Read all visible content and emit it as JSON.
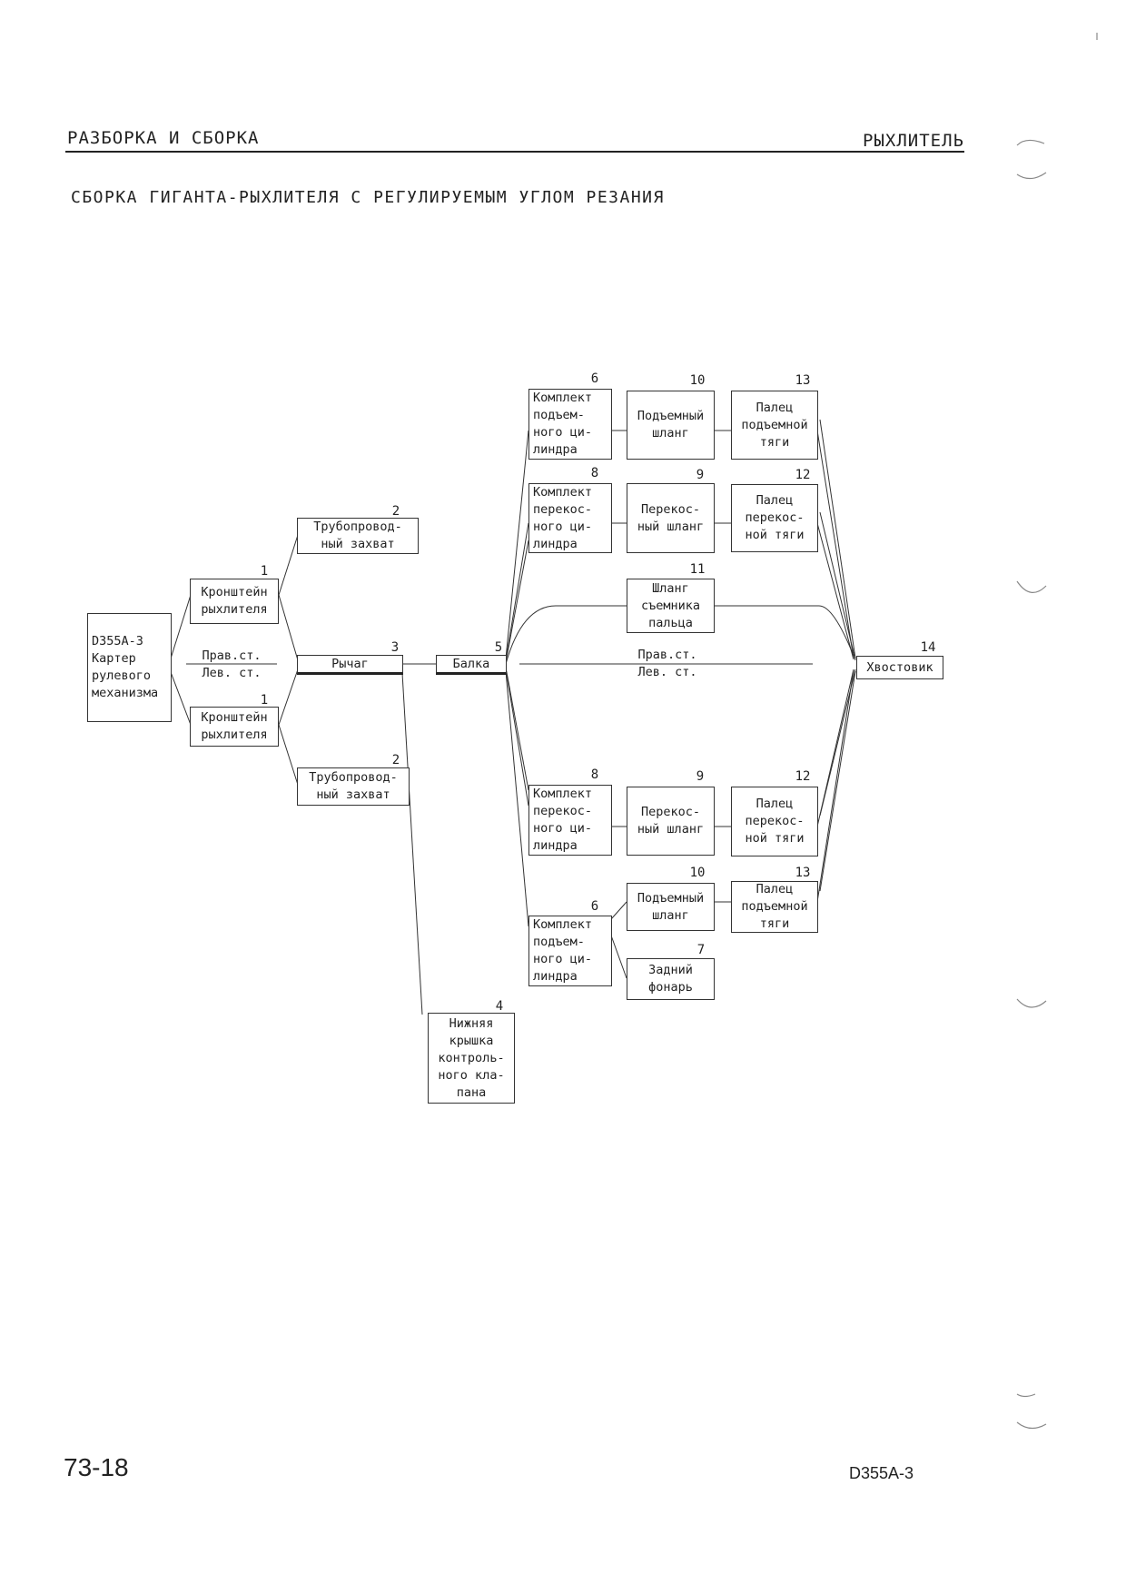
{
  "header": {
    "section": "РАЗБОРКА И СБОРКА",
    "chapter": "РЫХЛИТЕЛЬ"
  },
  "title": "СБОРКА ГИГАНТА-РЫХЛИТЕЛЯ С РЕГУЛИРУЕМЫМ УГЛОМ РЕЗАНИЯ",
  "footer": {
    "page": "73-18",
    "model": "D355A-3"
  },
  "split_labels": {
    "left": {
      "top": "Прав.ст.",
      "bottom": "Лев. ст."
    },
    "right": {
      "top": "Прав.ст.",
      "bottom": "Лев. ст."
    }
  },
  "nodes": {
    "base": {
      "label": "D355A-3\nКартер\nрулевого\nмеханизма"
    },
    "bracket_top": {
      "num": "1",
      "label": "Кронштейн\nрыхлителя"
    },
    "bracket_bot": {
      "num": "1",
      "label": "Кронштейн\nрыхлителя"
    },
    "pipe_top": {
      "num": "2",
      "label": "Трубопровод-\nный захват"
    },
    "pipe_bot": {
      "num": "2",
      "label": "Трубопровод-\nный захват"
    },
    "lever": {
      "num": "3",
      "label": "Рычаг"
    },
    "cover": {
      "num": "4",
      "label": "Нижняя\nкрышка\nконтроль-\nного кла-\nпана"
    },
    "beam": {
      "num": "5",
      "label": "Балка"
    },
    "lift_cyl_top": {
      "num": "6",
      "label": "Комплект\nподъем-\nного ци-\nлиндра"
    },
    "tilt_cyl_top": {
      "num": "8",
      "label": "Комплект\nперекос-\nного ци-\nлиндра"
    },
    "tilt_cyl_bot": {
      "num": "8",
      "label": "Комплект\nперекос-\nного ци-\nлиндра"
    },
    "lift_cyl_bot": {
      "num": "6",
      "label": "Комплект\nподъем-\nного ци-\nлиндра"
    },
    "lift_hose_top": {
      "num": "10",
      "label": "Подъемный\nшланг"
    },
    "tilt_hose_top": {
      "num": "9",
      "label": "Перекос-\nный шланг"
    },
    "puller_hose": {
      "num": "11",
      "label": "Шланг\nсъемника\nпальца"
    },
    "tilt_hose_bot": {
      "num": "9",
      "label": "Перекос-\nный шланг"
    },
    "lift_hose_bot": {
      "num": "10",
      "label": "Подъемный\nшланг"
    },
    "tail_lamp": {
      "num": "7",
      "label": "Задний\nфонарь"
    },
    "lift_pin_top": {
      "num": "13",
      "label": "Палец\nподъемной\nтяги"
    },
    "tilt_pin_top": {
      "num": "12",
      "label": "Палец\nперекос-\nной тяги"
    },
    "tilt_pin_bot": {
      "num": "12",
      "label": "Палец\nперекос-\nной тяги"
    },
    "lift_pin_bot": {
      "num": "13",
      "label": "Палец\nподъемной\nтяги"
    },
    "shank": {
      "num": "14",
      "label": "Хвостовик"
    }
  }
}
